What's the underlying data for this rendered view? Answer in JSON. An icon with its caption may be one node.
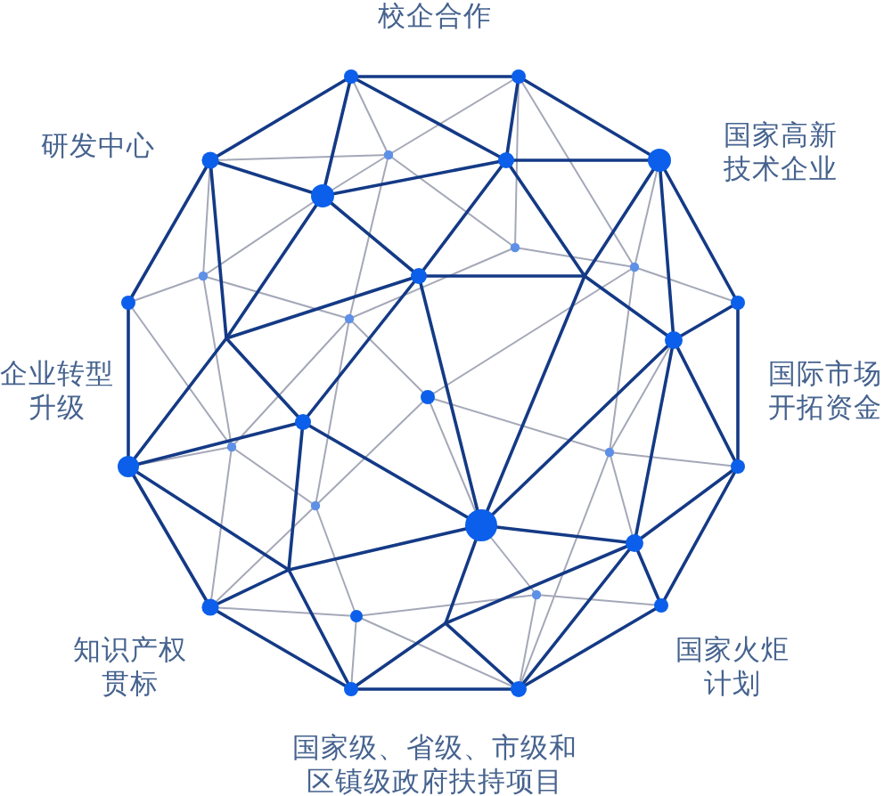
{
  "diagram": {
    "labels": [
      "校企合作",
      "研发中心",
      "国家高新技术企业",
      "企业转型升级",
      "国际市场开拓资金",
      "知识产权贯标",
      "国家火炬计划",
      "国家级、省级、市级和区镇级政府扶持项目"
    ]
  }
}
